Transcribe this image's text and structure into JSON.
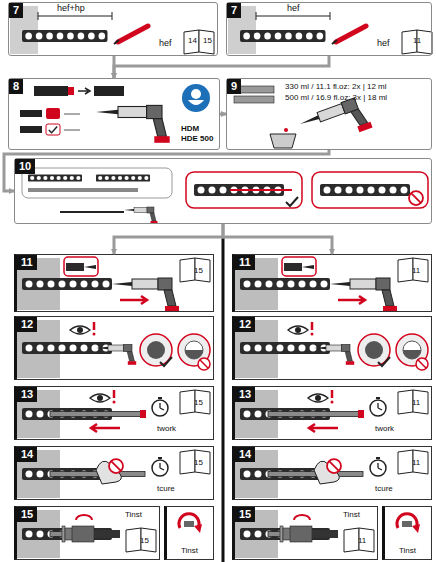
{
  "diagram": {
    "nodes": [
      {
        "text": [
          "7",
          "hef+hp",
          "hef",
          "14",
          "15"
        ]
      },
      {
        "text": [
          "7",
          "hef",
          "hef",
          "11"
        ]
      },
      {
        "text": [
          "8",
          "HDM",
          "HDE 500"
        ]
      },
      {
        "text": [
          "9",
          "330 ml / 11.1 fl.oz: 2x | 12 ml",
          "500 ml / 16.9 fl.oz: 3x | 18 ml"
        ]
      },
      {
        "text": [
          "10"
        ]
      },
      {
        "text": [
          "11",
          "15"
        ]
      },
      {
        "text": [
          "11",
          "11"
        ]
      },
      {
        "text": [
          "12"
        ]
      },
      {
        "text": [
          "12"
        ]
      },
      {
        "text": [
          "13",
          "twork",
          "15"
        ]
      },
      {
        "text": [
          "13",
          "twork",
          "11"
        ]
      },
      {
        "text": [
          "14",
          "tcure",
          "15"
        ]
      },
      {
        "text": [
          "14",
          "tcure",
          "11"
        ]
      },
      {
        "text": [
          "15",
          "Tinst",
          "15"
        ]
      },
      {
        "text": [
          "Tinst"
        ]
      },
      {
        "text": [
          "15",
          "Tinst",
          "11"
        ]
      },
      {
        "text": [
          "Tinst"
        ]
      }
    ],
    "edges": [
      {
        "from": 0,
        "to": 2,
        "arrow": "to"
      },
      {
        "from": 1,
        "to": 2,
        "arrow": "to"
      },
      {
        "from": 2,
        "to": 3,
        "arrow": "to"
      },
      {
        "from": 3,
        "to": 4,
        "arrow": "to"
      },
      {
        "from": 4,
        "to": 5,
        "arrow": "to"
      },
      {
        "from": 4,
        "to": 6,
        "arrow": "to"
      }
    ]
  }
}
